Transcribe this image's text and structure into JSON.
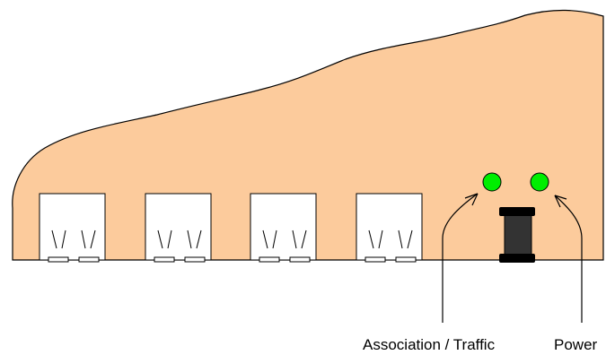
{
  "colors": {
    "body_fill": "#fccb9c",
    "outline": "#000000",
    "led_green": "#00ee00",
    "connector_dark": "#333333"
  },
  "ports": [
    {
      "icon": "ethernet-port-icon"
    },
    {
      "icon": "ethernet-port-icon"
    },
    {
      "icon": "ethernet-port-icon"
    },
    {
      "icon": "ethernet-port-icon"
    }
  ],
  "leds": [
    {
      "label": "Association / Traffic",
      "status": "on",
      "icon": "led-icon"
    },
    {
      "label": "Power",
      "status": "on",
      "icon": "led-icon"
    }
  ],
  "power_jack": {
    "icon": "power-jack-icon"
  }
}
